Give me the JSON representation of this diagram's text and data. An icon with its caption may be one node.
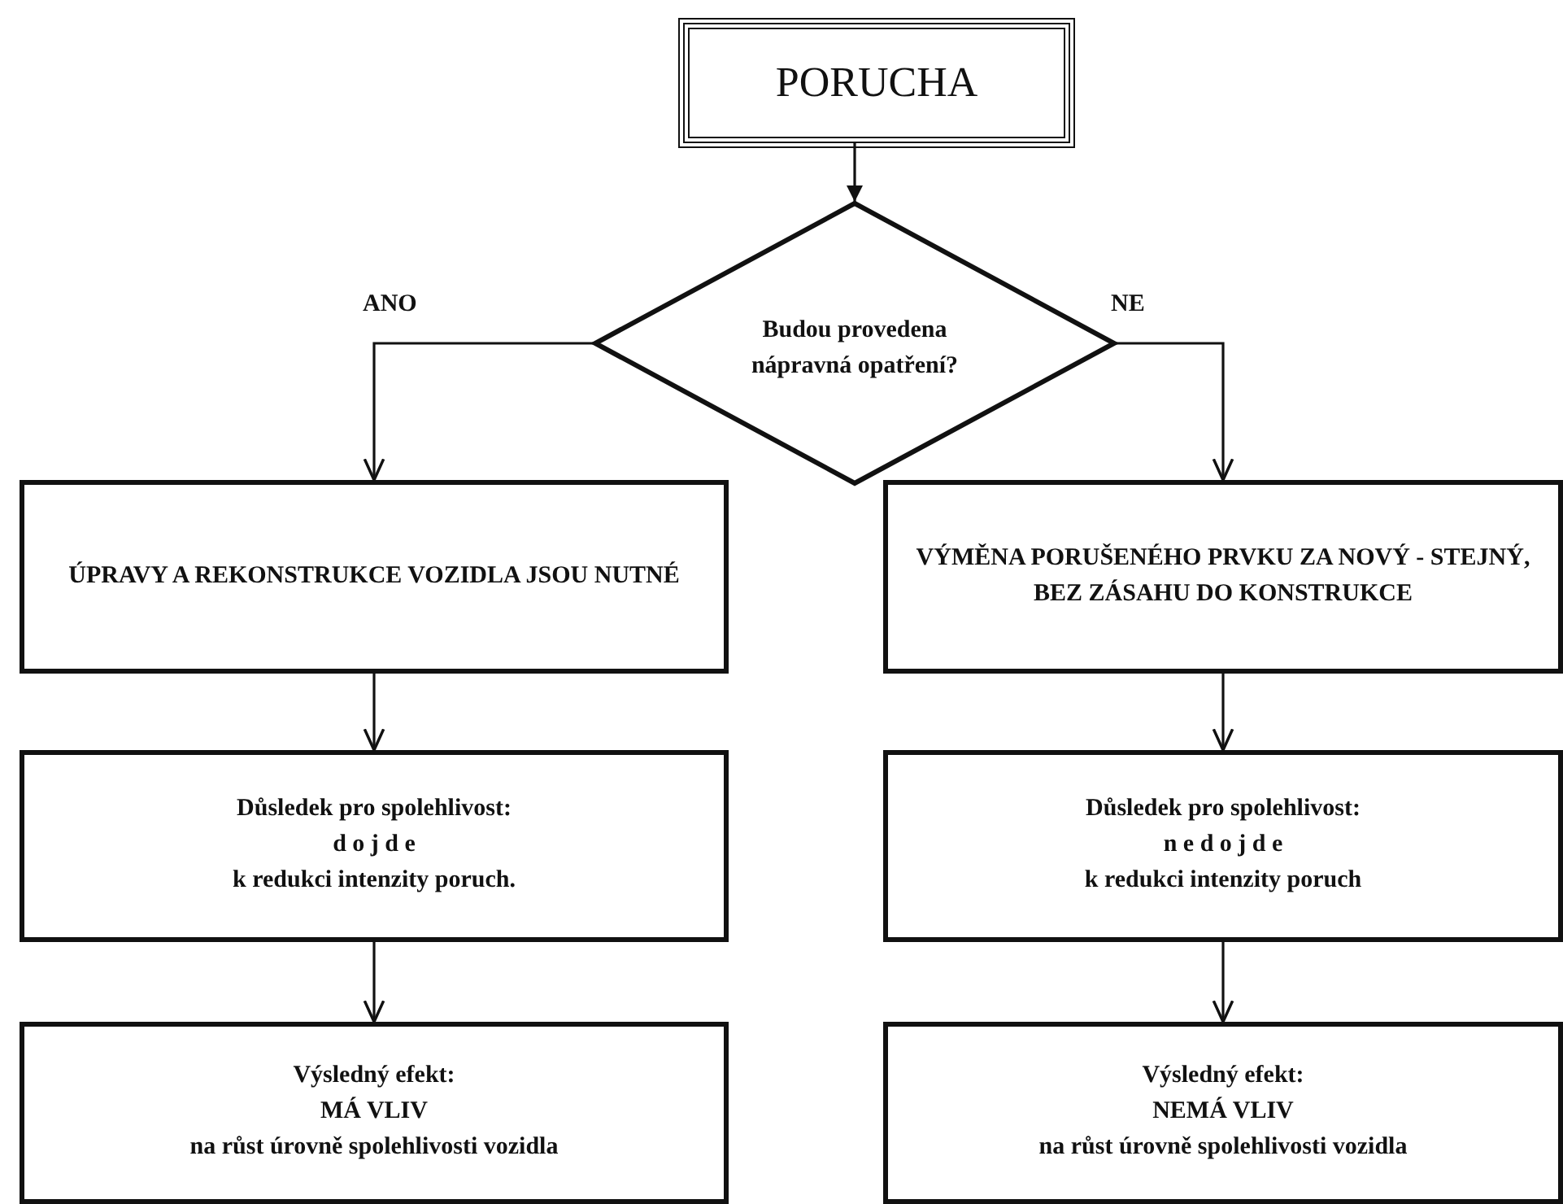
{
  "diagram": {
    "nodes": [
      {
        "text": [
          "PORUCHA"
        ]
      },
      {
        "text": [
          "Budou provedena nápravná opatření?"
        ]
      },
      {
        "text": [
          "ÚPRAVY A REKONSTRUKCE VOZIDLA JSOU NUTNÉ"
        ]
      },
      {
        "text": [
          "VÝMĚNA PORUŠENÉHO PRVKU ZA NOVÝ - STEJNÝ, BEZ ZÁSAHU DO KONSTRUKCE"
        ]
      },
      {
        "text": [
          "Důsledek pro spolehlivost:",
          "d o j d e",
          "k redukci intenzity poruch."
        ]
      },
      {
        "text": [
          "Důsledek pro spolehlivost:",
          "n e d o j d e",
          "k redukci intenzity poruch"
        ]
      },
      {
        "text": [
          "Výsledný efekt:",
          "MÁ VLIV",
          "na růst úrovně spolehlivosti vozidla"
        ]
      },
      {
        "text": [
          "Výsledný efekt:",
          "NEMÁ VLIV",
          "na růst úrovně spolehlivosti vozidla"
        ]
      }
    ],
    "edges": [
      {
        "from": 0,
        "to": 1,
        "arrow": "to"
      },
      {
        "from": 1,
        "to": 2,
        "arrow": "to",
        "label": "ANO"
      },
      {
        "from": 1,
        "to": 3,
        "arrow": "to",
        "label": "NE"
      },
      {
        "from": 2,
        "to": 4,
        "arrow": "to"
      },
      {
        "from": 3,
        "to": 5,
        "arrow": "to"
      },
      {
        "from": 4,
        "to": 6,
        "arrow": "to"
      },
      {
        "from": 5,
        "to": 7,
        "arrow": "to"
      }
    ]
  }
}
